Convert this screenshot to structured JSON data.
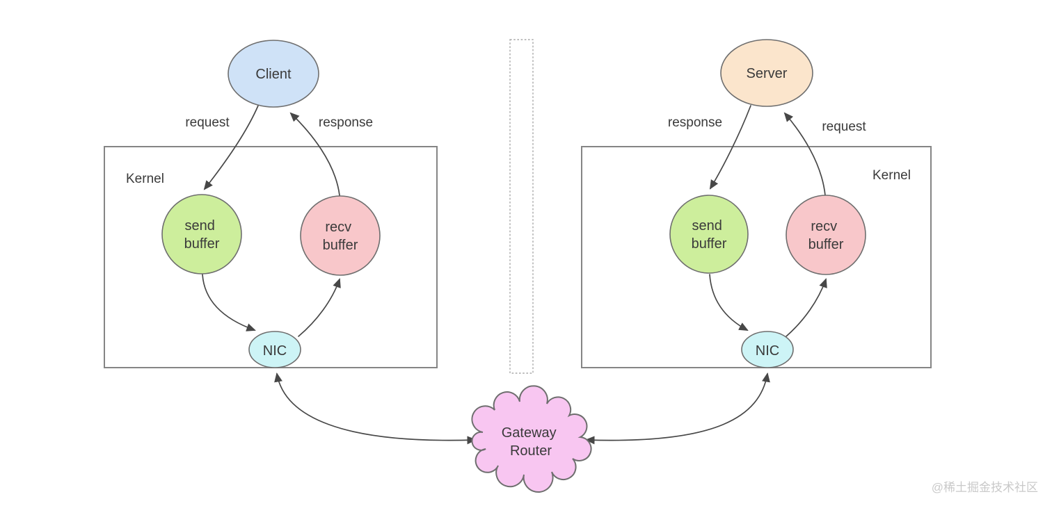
{
  "colors": {
    "client_fill": "#cfe2f7",
    "server_fill": "#fbe5cc",
    "send_buffer_fill": "#cdee9c",
    "recv_buffer_fill": "#f8c7ca",
    "nic_fill": "#cdf4f6",
    "gateway_fill": "#f8c6f1",
    "node_stroke": "#6e6e6e",
    "box_stroke": "#858585",
    "arrow_color": "#474747",
    "label_color": "#3a3a3a",
    "watermark_color": "#c9c9c9"
  },
  "left_host": {
    "title": "Client",
    "kernel_label": "Kernel",
    "request_label": "request",
    "response_label": "response",
    "send_buffer_lines": [
      "send",
      "buffer"
    ],
    "recv_buffer_lines": [
      "recv",
      "buffer"
    ],
    "nic_label": "NIC"
  },
  "right_host": {
    "title": "Server",
    "kernel_label": "Kernel",
    "request_label": "request",
    "response_label": "response",
    "send_buffer_lines": [
      "send",
      "buffer"
    ],
    "recv_buffer_lines": [
      "recv",
      "buffer"
    ],
    "nic_label": "NIC"
  },
  "gateway": {
    "lines": [
      "Gateway",
      "Router"
    ]
  },
  "watermark": "@稀土掘金技术社区"
}
